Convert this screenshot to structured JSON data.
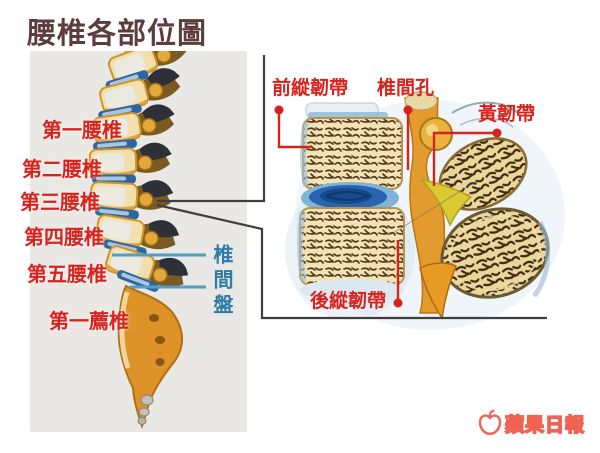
{
  "title": "腰椎各部位圖",
  "left_panel": {
    "vertebra_labels": [
      "第一腰椎",
      "第二腰椎",
      "第三腰椎",
      "第四腰椎",
      "第五腰椎",
      "第一薦椎"
    ],
    "disc_label": "椎間盤"
  },
  "right_panel": {
    "anterior_ligament_label": "前縱韌帶",
    "foramen_label": "椎間孔",
    "yellow_ligament_label": "黃韌帶",
    "posterior_ligament_label": "後縱韌帶"
  },
  "footer": {
    "logo_text": "蘋果日報"
  },
  "colors": {
    "label_red": "#d7231d",
    "label_blue": "#2e7ca8",
    "title_brown": "#5c3c3c",
    "logo_coral": "#ee6352",
    "panel_gray": "#e9e8e4",
    "disc_blue": "#2f66a0",
    "bone_cream": "#f1dfae",
    "bone_orange": "#e29b2c"
  }
}
